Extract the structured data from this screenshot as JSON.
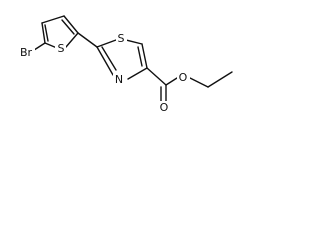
{
  "molecule": {
    "atoms": {
      "br": "Br",
      "thiophene_s": "S",
      "thiazole_s": "S",
      "thiazole_n": "N",
      "ester_o_carbonyl": "O",
      "ester_o_ether": "O"
    }
  }
}
